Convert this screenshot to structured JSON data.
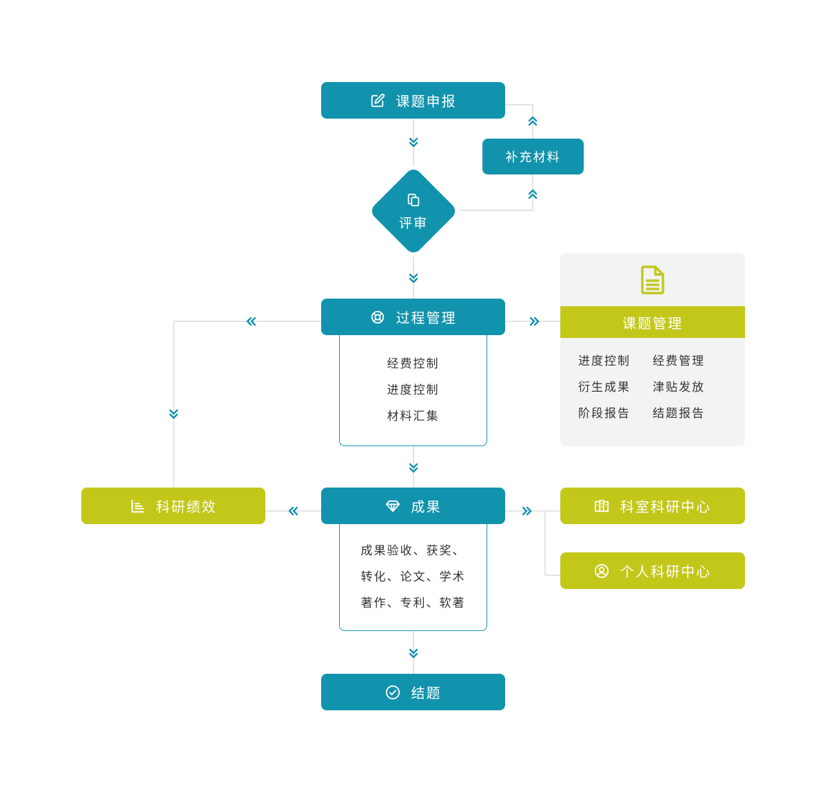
{
  "nodes": {
    "apply": {
      "label": "课题申报",
      "icon": "edit-icon"
    },
    "supplement": {
      "label": "补充材料"
    },
    "review": {
      "label": "评审",
      "icon": "clipboard-copy-icon"
    },
    "process": {
      "label": "过程管理",
      "icon": "lifebuoy-icon",
      "items": [
        "经费控制",
        "进度控制",
        "材料汇集"
      ]
    },
    "result": {
      "label": "成果",
      "icon": "diamond-icon",
      "items": [
        "成果验收、获奖、",
        "转化、论文、学术",
        "著作、专利、软著"
      ]
    },
    "finish": {
      "label": "结题",
      "icon": "check-circle-icon"
    },
    "performance": {
      "label": "科研绩效",
      "icon": "bar-chart-icon"
    },
    "dept_center": {
      "label": "科室科研中心",
      "icon": "building-icon"
    },
    "personal_center": {
      "label": "个人科研中心",
      "icon": "user-circle-icon"
    }
  },
  "project_card": {
    "icon": "document-icon",
    "title": "课题管理",
    "items": [
      "进度控制",
      "经费管理",
      "衍生成果",
      "津贴发放",
      "阶段报告",
      "结题报告"
    ]
  },
  "colors": {
    "teal": "#1293ad",
    "lime": "#c3c71a",
    "connector": "#d8dbdd",
    "card_bg": "#f2f3f3"
  }
}
